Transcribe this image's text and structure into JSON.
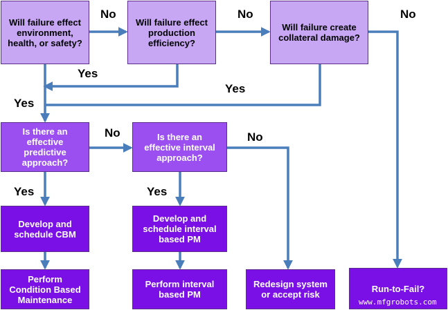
{
  "boxes": {
    "q_safety": "Will failure effect\nenvironment,\nhealth, or safety?",
    "q_production": "Will failure effect\nproduction\nefficiency?",
    "q_collateral": "Will failure create\ncollateral damage?",
    "q_predictive": "Is there an\neffective\npredictive\napproach?",
    "q_interval": "Is there an\neffective interval\napproach?",
    "develop_cbm": "Develop and\nschedule CBM",
    "develop_interval": "Develop and\nschedule interval\nbased PM",
    "perform_cbm": "Perform\nCondition Based\nMaintenance",
    "perform_interval": "Perform interval\nbased PM",
    "redesign": "Redesign system\nor accept risk",
    "run_to_fail": "Run-to-Fail?"
  },
  "labels": {
    "no_1": "No",
    "no_2": "No",
    "no_3": "No",
    "yes_production": "Yes",
    "yes_collateral": "Yes",
    "yes_safety": "Yes",
    "no_predictive": "No",
    "no_interval": "No",
    "yes_predictive": "Yes",
    "yes_interval": "Yes"
  },
  "watermark": "www.mfgrobots.com",
  "colors": {
    "question_top": "#c7a6f4",
    "question_mid": "#9b4ff0",
    "outcome": "#7a10e6",
    "arrow": "#4a7ebb"
  }
}
